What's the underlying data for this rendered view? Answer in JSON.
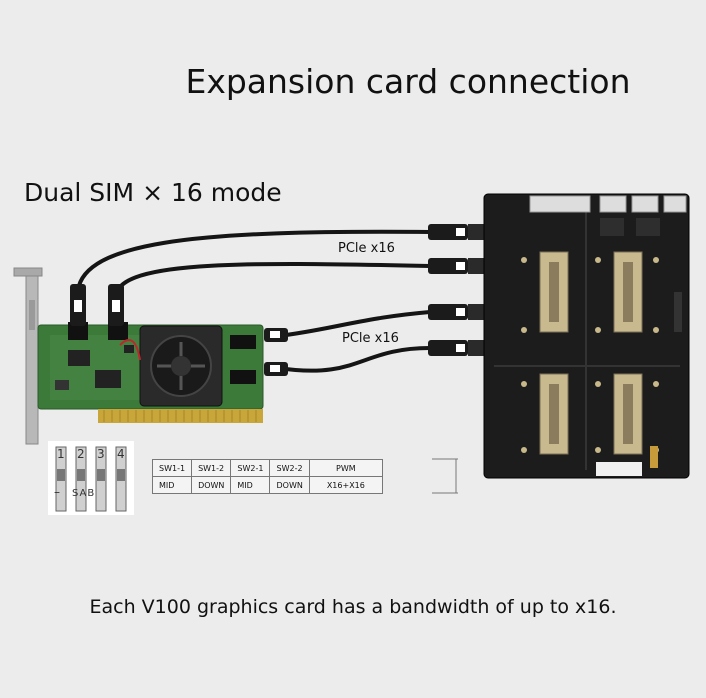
{
  "title": "Expansion card connection",
  "mode_label": "Dual SIM × 16 mode",
  "cables": {
    "label_top": "PCle x16",
    "label_bottom": "PCle x16"
  },
  "dip": {
    "numbers": [
      "1",
      "2",
      "3",
      "4"
    ],
    "minus": "–",
    "sab": "SAB"
  },
  "switch_table": {
    "headers": [
      "SW1-1",
      "SW1-2",
      "SW2-1",
      "SW2-2",
      "PWM"
    ],
    "values": [
      "MID",
      "DOWN",
      "MID",
      "DOWN",
      "X16+X16"
    ]
  },
  "caption": "Each V100 graphics card has a bandwidth of up to x16."
}
